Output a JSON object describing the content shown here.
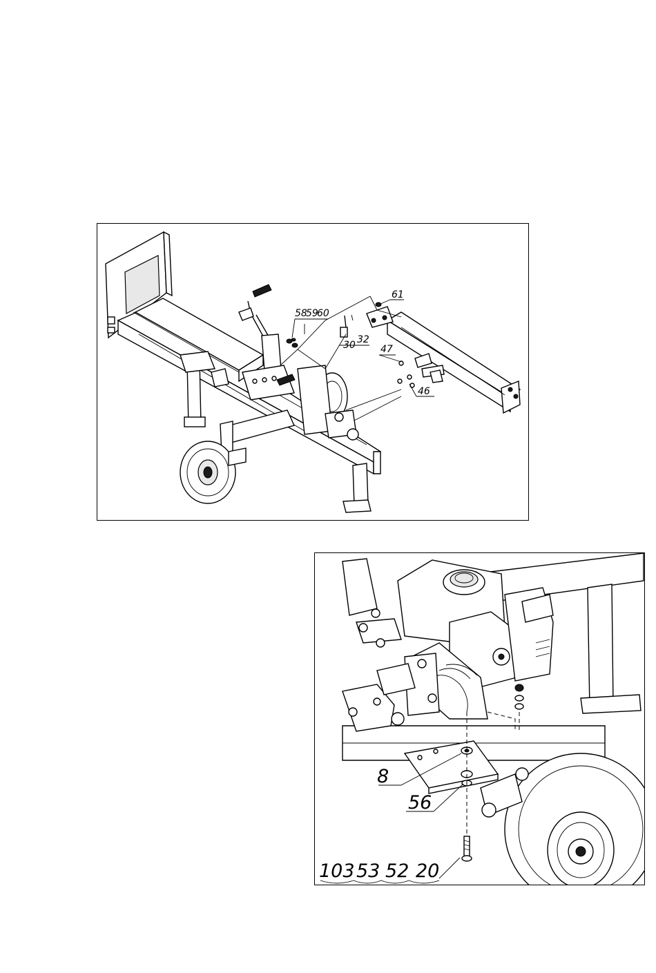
{
  "top_diagram": {
    "callouts": {
      "c58": "58",
      "c59": "59",
      "c60": "60",
      "c61": "61",
      "c30": "30",
      "c32": "32",
      "c47": "47",
      "c46": "46"
    }
  },
  "bottom_diagram": {
    "callouts": {
      "c8": "8",
      "c56": "56",
      "c103": "103",
      "c53": "53",
      "c52": "52",
      "c20": "20"
    }
  }
}
